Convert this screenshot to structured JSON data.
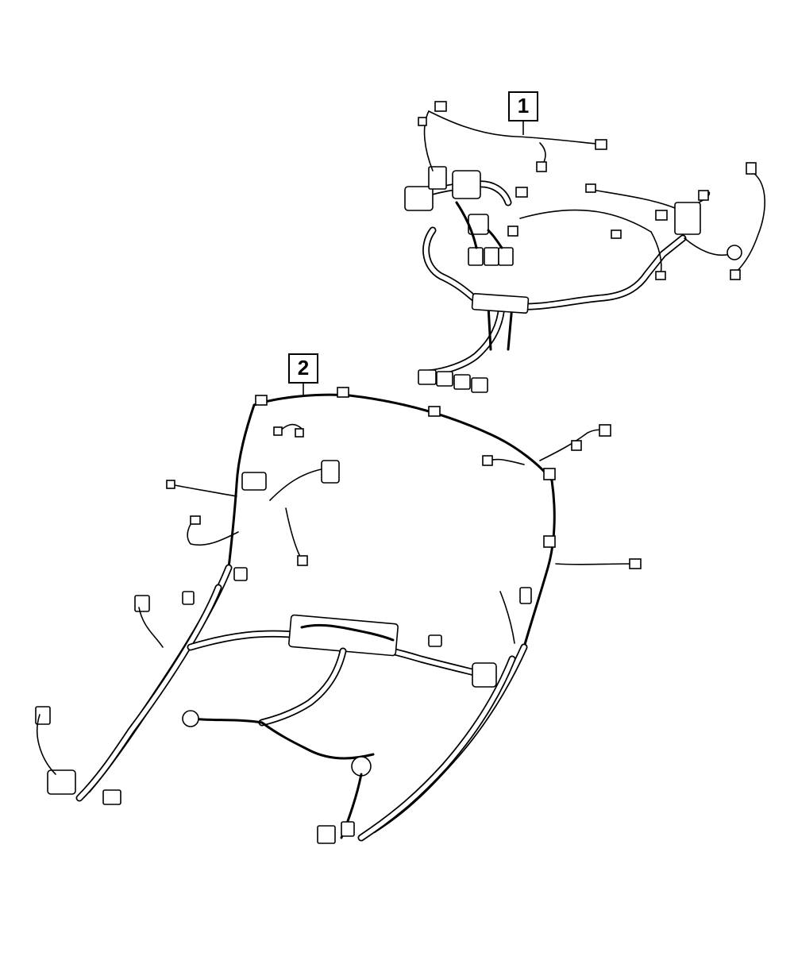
{
  "diagram": {
    "callouts": [
      {
        "id": "callout-1",
        "label": "1"
      },
      {
        "id": "callout-2",
        "label": "2"
      }
    ],
    "parts": [
      {
        "id": "part-1",
        "name": "upper-wiring-harness"
      },
      {
        "id": "part-2",
        "name": "lower-wiring-harness"
      }
    ],
    "colors": {
      "line": "#000000",
      "background": "#ffffff"
    }
  }
}
